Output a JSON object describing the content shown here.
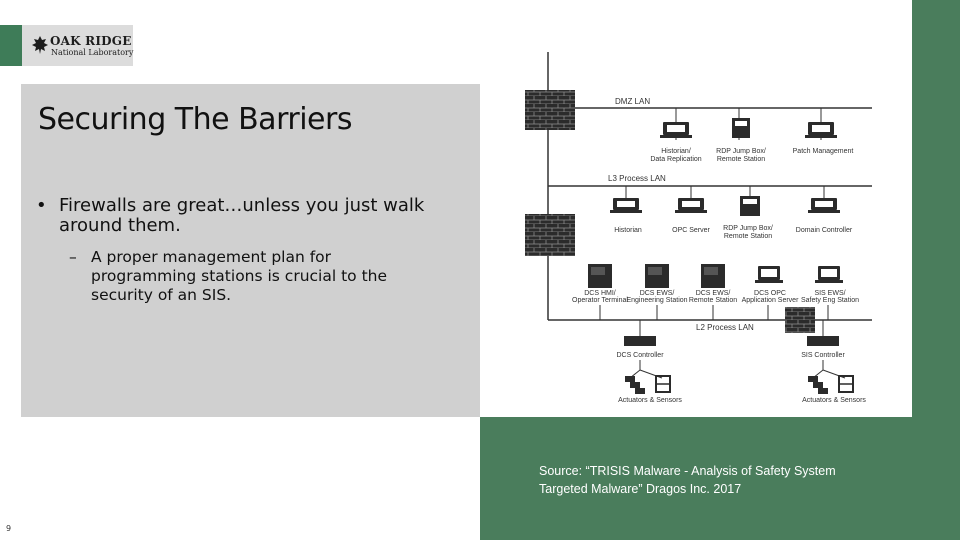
{
  "logo": {
    "line1": "OAK RIDGE",
    "line2": "National Laboratory"
  },
  "slide": {
    "title": "Securing The Barriers",
    "bullet_symbol": "•",
    "bullet1": "Firewalls are great…unless you just walk around them.",
    "sub_symbol": "–",
    "bullet2": "A proper management plan for programming stations is crucial to the security of an SIS."
  },
  "diagram": {
    "dmz_lan": "DMZ LAN",
    "l3_lan": "L3 Process LAN",
    "l2_lan": "L2 Process LAN",
    "dmz_hosts": [
      {
        "line1": "Historian/",
        "line2": "Data Replication",
        "icon": "workstation-icon"
      },
      {
        "line1": "RDP Jump Box/",
        "line2": "Remote Station",
        "icon": "server-icon"
      },
      {
        "line1": "Patch Management",
        "line2": "",
        "icon": "workstation-icon"
      }
    ],
    "l3_hosts": [
      {
        "line1": "Historian",
        "line2": "",
        "icon": "workstation-icon"
      },
      {
        "line1": "OPC Server",
        "line2": "",
        "icon": "workstation-icon"
      },
      {
        "line1": "RDP Jump Box/",
        "line2": "Remote Station",
        "icon": "server-icon"
      },
      {
        "line1": "Domain Controller",
        "line2": "",
        "icon": "workstation-icon"
      }
    ],
    "l2_hosts": [
      {
        "line1": "DCS HMI/",
        "line2": "Operator Terminal",
        "icon": "server-icon"
      },
      {
        "line1": "DCS EWS/",
        "line2": "Engineering Station",
        "icon": "server-icon"
      },
      {
        "line1": "DCS EWS/",
        "line2": "Remote Station",
        "icon": "server-icon"
      },
      {
        "line1": "DCS OPC",
        "line2": "Application Server",
        "icon": "workstation-icon"
      },
      {
        "line1": "SIS EWS/",
        "line2": "Safety Eng Station",
        "icon": "workstation-icon"
      }
    ],
    "controllers": [
      {
        "label": "DCS Controller",
        "field": "Actuators & Sensors"
      },
      {
        "label": "SIS Controller",
        "field": "Actuators & Sensors"
      }
    ]
  },
  "source": {
    "line1": "Source: “TRISIS Malware - Analysis of Safety System",
    "line2": "Targeted Malware” Dragos Inc. 2017"
  },
  "page_number": "9",
  "colors": {
    "green": "#4a7d5c",
    "panel_gray": "#d0d0d0"
  }
}
